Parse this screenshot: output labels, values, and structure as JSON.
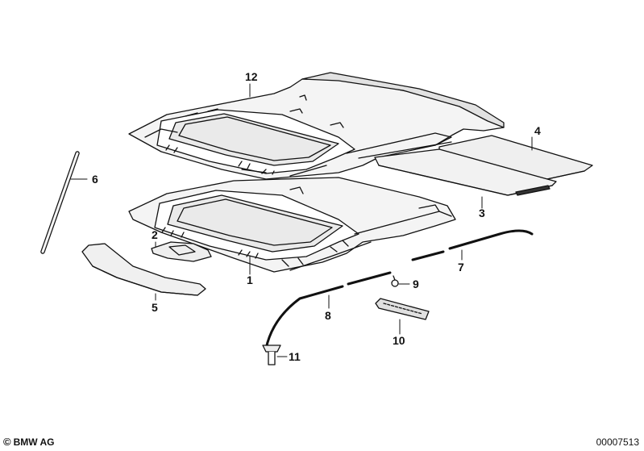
{
  "callouts": {
    "p1": "1",
    "p2": "2",
    "p3": "3",
    "p4": "4",
    "p5": "5",
    "p6": "6",
    "p7": "7",
    "p8": "8",
    "p9": "9",
    "p10": "10",
    "p11": "11",
    "p12": "12"
  },
  "footer": {
    "copyright_symbol": "©",
    "copyright": "BMW AG",
    "code": "00007513"
  }
}
